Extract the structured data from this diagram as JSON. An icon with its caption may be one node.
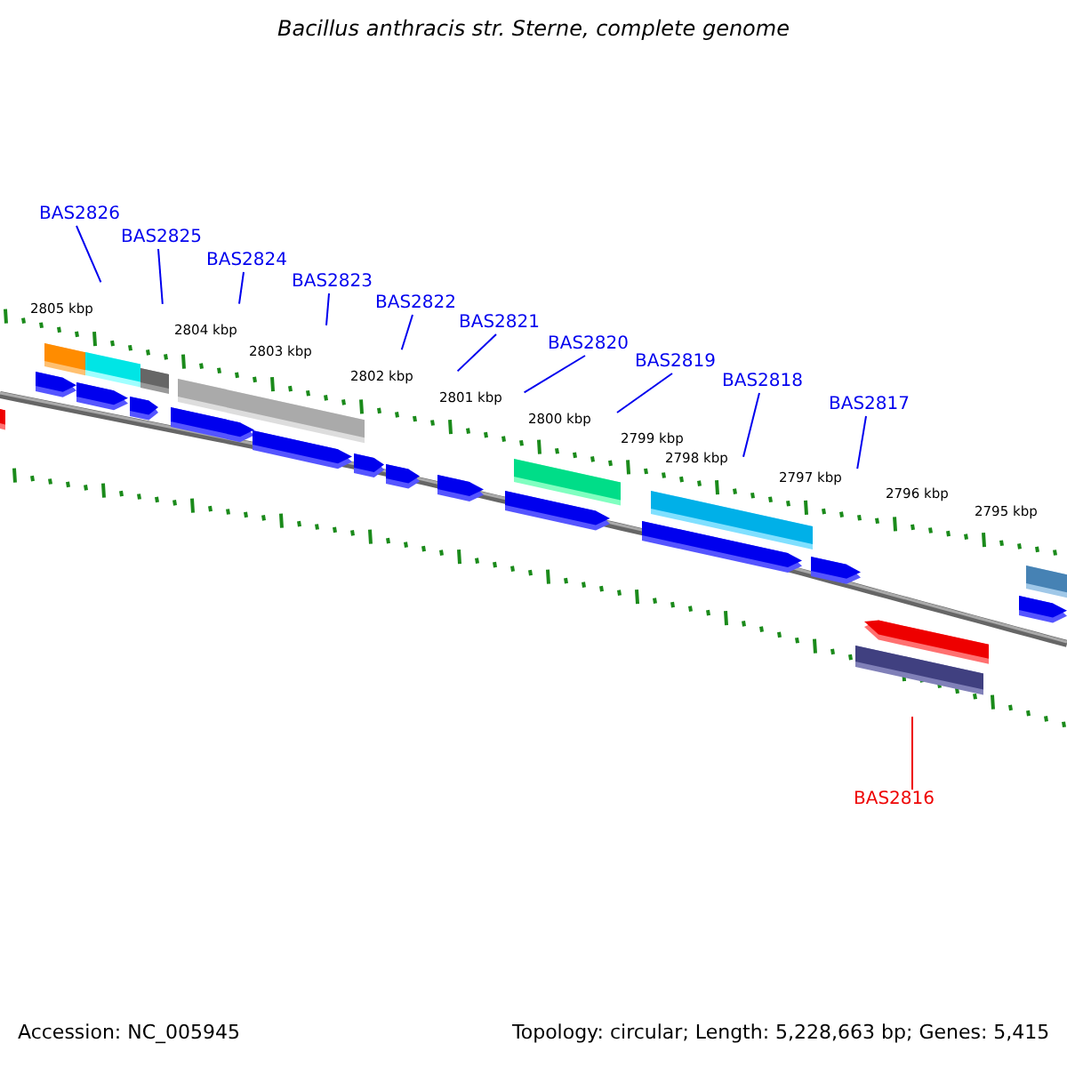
{
  "diagram": {
    "title": "Bacillus anthracis str. Sterne, complete genome",
    "nodes": [
      {
        "text": [
          "BAS2826"
        ]
      },
      {
        "text": [
          "BAS2825"
        ]
      },
      {
        "text": [
          "BAS2824"
        ]
      },
      {
        "text": [
          "BAS2823"
        ]
      },
      {
        "text": [
          "BAS2822"
        ]
      },
      {
        "text": [
          "BAS2821"
        ]
      },
      {
        "text": [
          "BAS2820"
        ]
      },
      {
        "text": [
          "BAS2819"
        ]
      },
      {
        "text": [
          "BAS2818"
        ]
      },
      {
        "text": [
          "BAS2817"
        ]
      },
      {
        "text": [
          "BAS2816"
        ]
      }
    ],
    "edges": [
      {
        "from": 0,
        "to": null,
        "arrow": "none"
      },
      {
        "from": 1,
        "to": null,
        "arrow": "none"
      },
      {
        "from": 2,
        "to": null,
        "arrow": "none"
      },
      {
        "from": 3,
        "to": null,
        "arrow": "none"
      },
      {
        "from": 4,
        "to": null,
        "arrow": "none"
      },
      {
        "from": 5,
        "to": null,
        "arrow": "none"
      },
      {
        "from": 6,
        "to": null,
        "arrow": "none"
      },
      {
        "from": 7,
        "to": null,
        "arrow": "none"
      },
      {
        "from": 8,
        "to": null,
        "arrow": "none"
      },
      {
        "from": 9,
        "to": null,
        "arrow": "none"
      },
      {
        "from": 10,
        "to": null,
        "arrow": "none",
        "color": "#ee0000"
      }
    ],
    "labels": [
      "2805 kbp",
      "2804 kbp",
      "2803 kbp",
      "2802 kbp",
      "2801 kbp",
      "2800 kbp",
      "2799 kbp",
      "2798 kbp",
      "2797 kbp",
      "2796 kbp",
      "2795 kbp",
      "Accession: NC_005945",
      "Topology: circular; Length: 5,228,663 bp; Genes: 5,415"
    ]
  }
}
